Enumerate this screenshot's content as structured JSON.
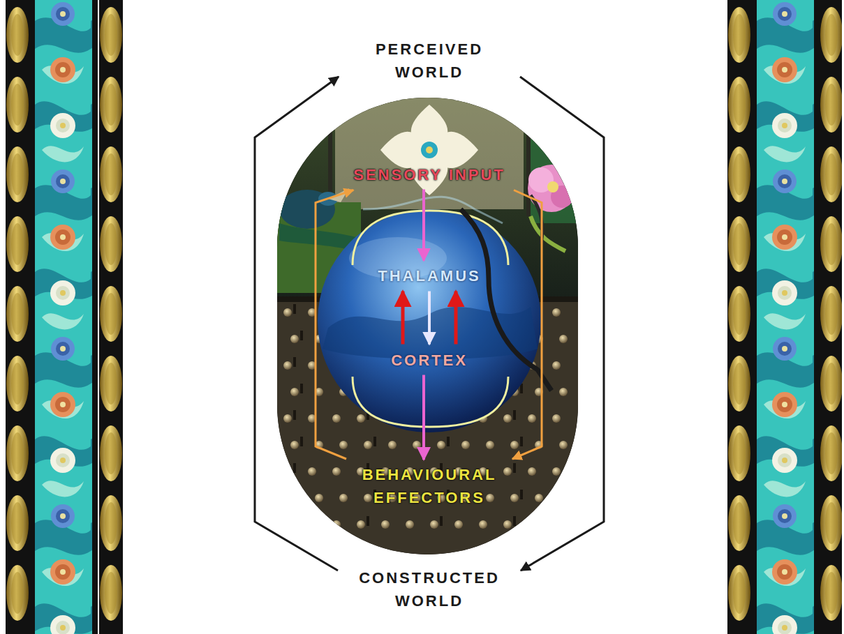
{
  "diagram": {
    "nodes": [
      {
        "text": [
          "PERCEIVED WORLD"
        ]
      },
      {
        "text": [
          "SENSORY INPUT"
        ]
      },
      {
        "text": [
          "THALAMUS"
        ]
      },
      {
        "text": [
          "CORTEX"
        ]
      },
      {
        "text": [
          "BEHAVIOURAL EFFECTORS"
        ]
      },
      {
        "text": [
          "CONSTRUCTED WORLD"
        ]
      }
    ],
    "edges": [
      {
        "from": 5,
        "to": 0,
        "arrow": "to"
      },
      {
        "from": 0,
        "to": 5,
        "arrow": "to"
      },
      {
        "from": 1,
        "to": 2,
        "arrow": "to"
      },
      {
        "from": 2,
        "to": 3,
        "arrow": "to"
      },
      {
        "from": 3,
        "to": 2,
        "arrow": "to"
      },
      {
        "from": 3,
        "to": 2,
        "arrow": "to"
      },
      {
        "from": 3,
        "to": 4,
        "arrow": "to"
      },
      {
        "from": 4,
        "to": 1,
        "arrow": "to"
      },
      {
        "from": 1,
        "to": 4,
        "arrow": "to"
      }
    ]
  }
}
